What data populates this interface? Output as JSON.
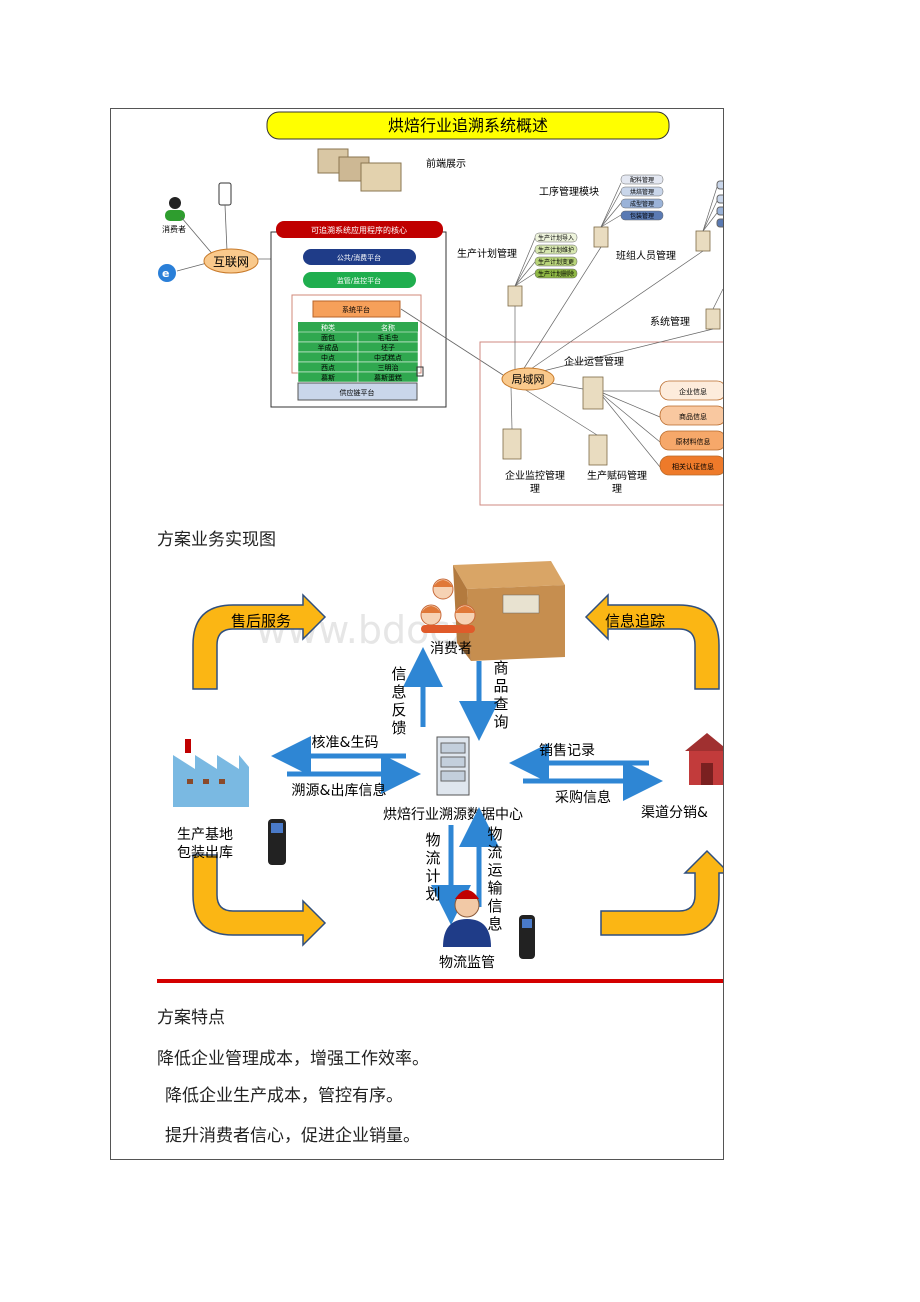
{
  "diagram1": {
    "title": "烘焙行业追溯系统概述",
    "front_end": "前端展示",
    "consumer": "消费者",
    "internet": "互联网",
    "core_app": "可追溯系统应用程序的核心",
    "public_platform": "公共/消费平台",
    "supervision_platform": "监管/监控平台",
    "system_platform": "系统平台",
    "table_headers": [
      "种类",
      "名称"
    ],
    "table_rows": [
      [
        "面包",
        "毛毛虫"
      ],
      [
        "半成品",
        "坯子"
      ],
      [
        "中点",
        "中式糕点"
      ],
      [
        "西点",
        "三明治"
      ],
      [
        "慕斯",
        "慕斯蛋糕"
      ]
    ],
    "supply_platform": "供应链平台",
    "process_mgmt": "工序管理模块",
    "process_items": [
      "配料管理",
      "烘焙管理",
      "成型管理",
      "包装管理"
    ],
    "prod_plan": "生产计划管理",
    "prod_items": [
      "生产计划导入",
      "生产计划维护",
      "生产计划变更",
      "生产计划删除"
    ],
    "team_mgmt": "班组人员管理",
    "sys_mgmt": "系统管理",
    "lan": "局域网",
    "ent_ops": "企业运营管理",
    "ent_items": [
      "企业信息",
      "商品信息",
      "原材料信息",
      "相关认证信息"
    ],
    "ent_monitor": "企业监控管理",
    "prod_code": "生产赋码管理"
  },
  "heading1": "方案业务实现图",
  "diagram2": {
    "after_sales": "售后服务",
    "info_trace": "信息追踪",
    "consumer": "消费者",
    "feedback": "信息反馈",
    "query": "商品查询",
    "approve": "核准&生码",
    "trace_out": "溯源&出库信息",
    "sales_record": "销售记录",
    "purchase": "采购信息",
    "production_line1": "生产基地",
    "production_line2": "包装出库",
    "data_center": "烘焙行业溯源数据中心",
    "channel": "渠道分销&",
    "logistics_plan": "物流计划",
    "logistics_info": "物流运输信息",
    "logistics_mgmt": "物流监管",
    "watermark": "www.bdocx.com"
  },
  "heading2": "方案特点",
  "features": [
    "降低企业管理成本，增强工作效率。",
    "降低企业生产成本，管控有序。",
    "提升消费者信心，促进企业销量。"
  ]
}
